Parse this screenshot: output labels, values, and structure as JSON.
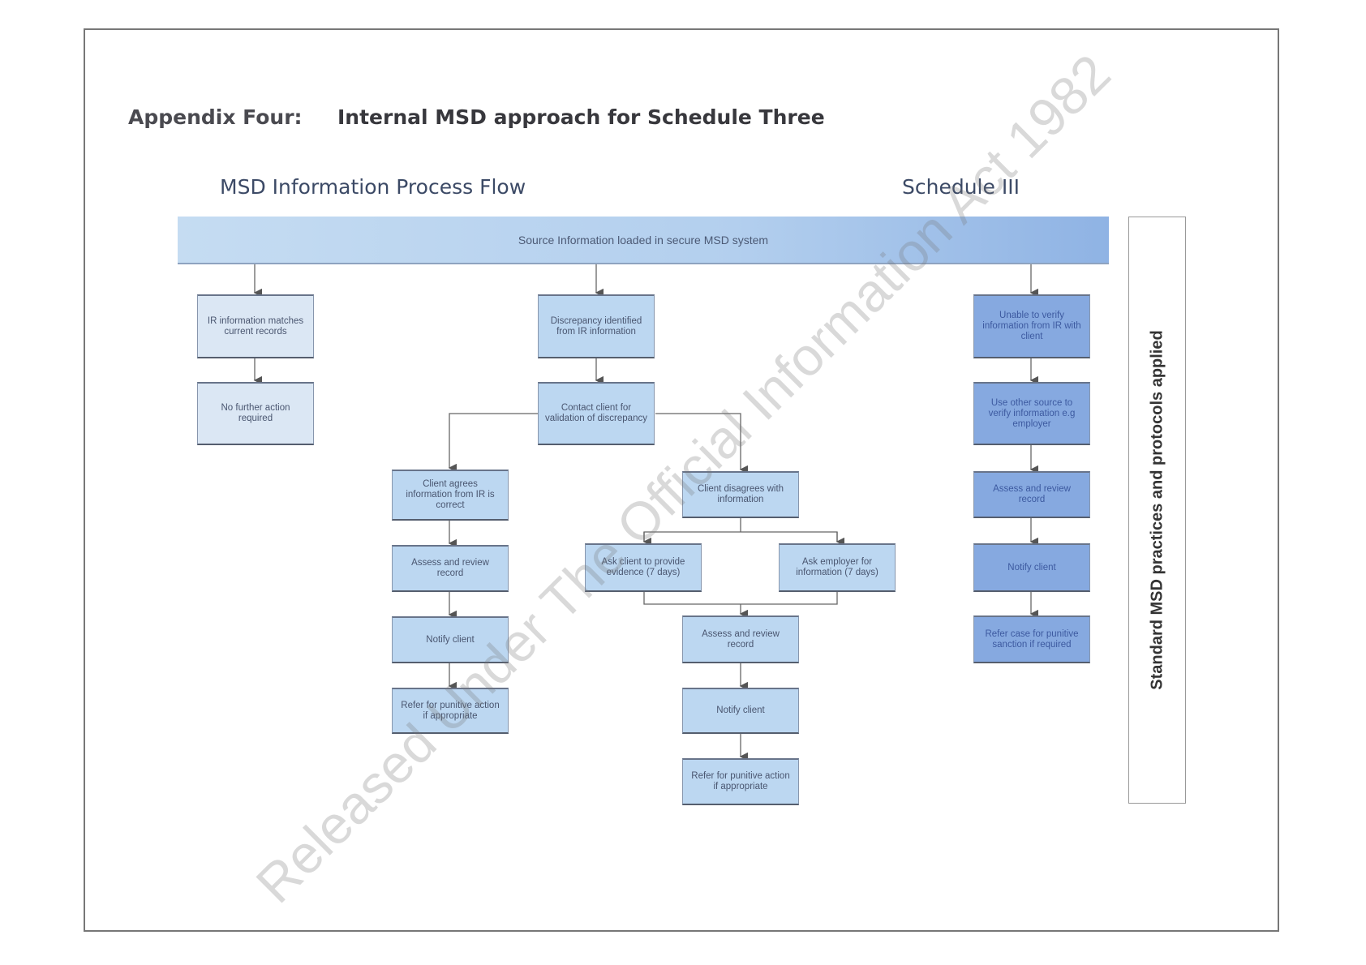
{
  "title": {
    "label": "Appendix Four:",
    "text": "Internal MSD approach for Schedule Three"
  },
  "headings": {
    "flow": "MSD Information Process Flow",
    "schedule": "Schedule III"
  },
  "top_bar": "Source Information loaded in secure MSD system",
  "side_panel": "Standard MSD practices and protocols applied",
  "left": [
    "IR information matches current records",
    "No further action required"
  ],
  "middle": {
    "discrepancy": "Discrepancy identified from IR information",
    "contact": "Contact client for validation of discrepancy",
    "agrees": [
      "Client agrees information from IR is correct",
      "Assess and review record",
      "Notify client",
      "Refer for punitive action if appropriate"
    ],
    "disagrees": "Client disagrees with information",
    "ask_client": "Ask client to provide evidence (7 days)",
    "ask_employer": "Ask employer for information (7 days)",
    "after": [
      "Assess and review record",
      "Notify client",
      "Refer for punitive action if appropriate"
    ]
  },
  "schedule": [
    "Unable to verify information from IR with client",
    "Use other source to verify information e.g employer",
    "Assess and review record",
    "Notify client",
    "Refer case for punitive sanction if required"
  ],
  "watermark": "Released Under The Official Information Act 1982"
}
